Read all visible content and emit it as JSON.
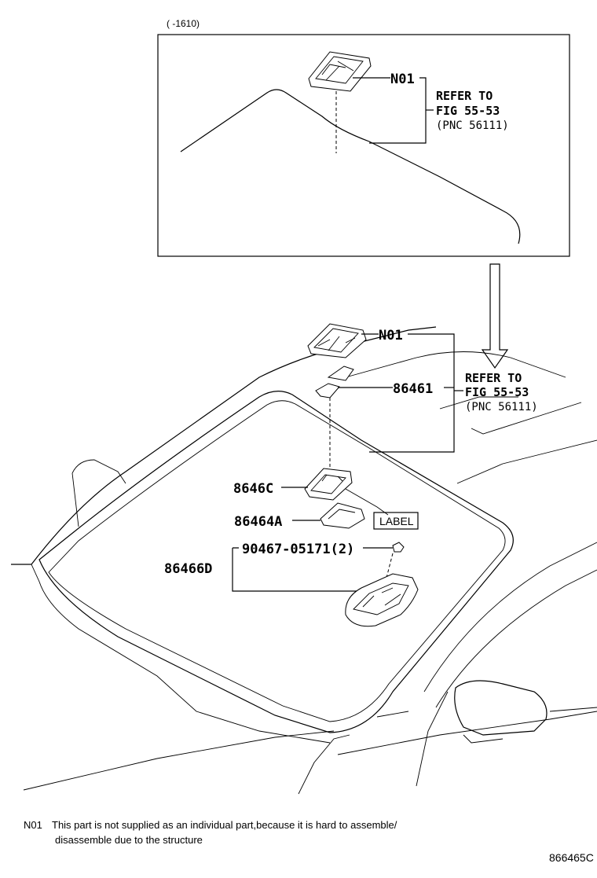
{
  "range_label": "(    -1610)",
  "parts": {
    "n01_top": "N01",
    "n01_main": "N01",
    "p86461": "86461",
    "p8646c": "8646C",
    "p86464a": "86464A",
    "p86466d": "86466D",
    "p90467": "90467-05171(2)",
    "label_tag": "LABEL"
  },
  "refer_top": {
    "line1": "REFER TO",
    "line2": "FIG 55-53",
    "line3": "(PNC 56111)"
  },
  "refer_main": {
    "line1": "REFER TO",
    "line2": "FIG 55-53",
    "line3": "(PNC 56111)"
  },
  "footnote": {
    "code": "N01",
    "line1": "This part is not supplied as an individual part,because it is hard to assemble/",
    "line2": "disassemble due to the structure"
  },
  "diagram_code": "866465C"
}
